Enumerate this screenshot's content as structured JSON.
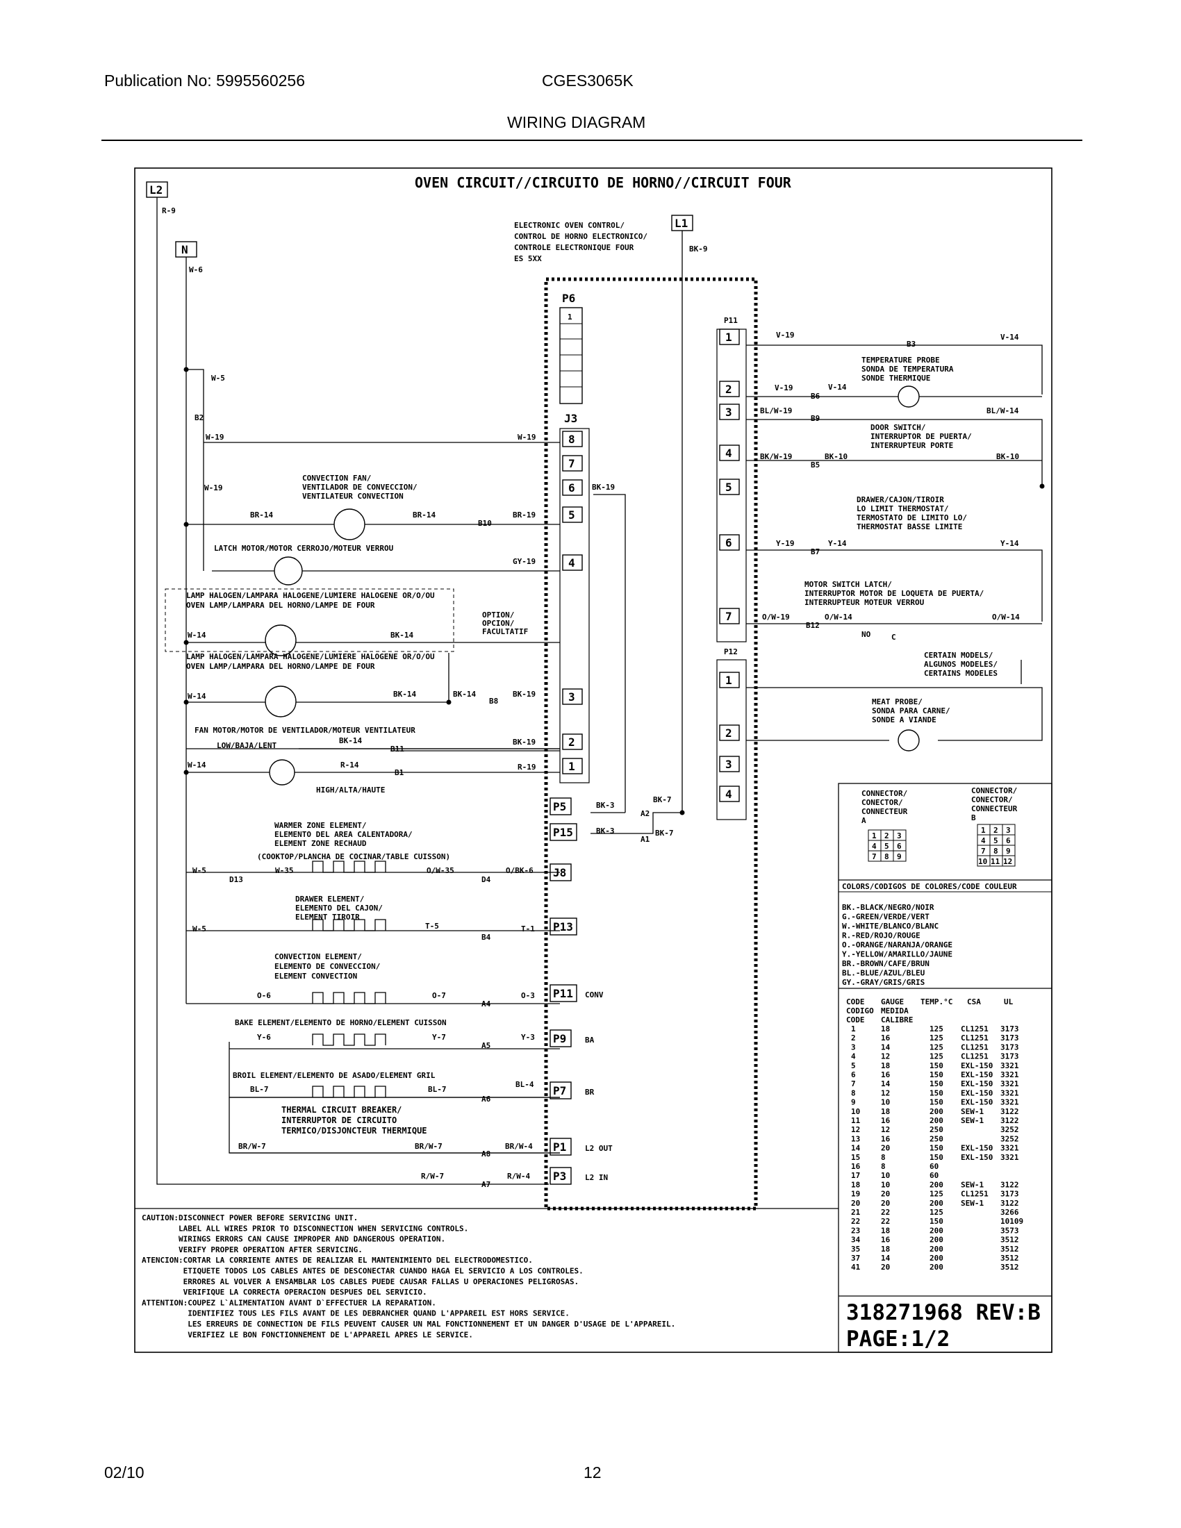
{
  "header": {
    "publication": "Publication No: 5995560256",
    "model": "CGES3065K",
    "doc_title": "WIRING DIAGRAM"
  },
  "footer": {
    "date": "02/10",
    "page_number": "12"
  },
  "diagram": {
    "title": "OVEN CIRCUIT//CIRCUITO DE HORNO//CIRCUIT FOUR",
    "terminals": {
      "l2": "L2",
      "n": "N",
      "l1": "L1"
    },
    "control": [
      "ELECTRONIC OVEN CONTROL/",
      "CONTROL DE HORNO ELECTRONICO/",
      "CONTROLE ELECTRONIQUE FOUR",
      "ES 5XX"
    ],
    "connectors": {
      "p6": "P6",
      "j3": "J3",
      "p11": "P11",
      "p12": "P12"
    },
    "j3_pins": [
      "8",
      "7",
      "6",
      "5",
      "4",
      "3",
      "2",
      "1"
    ],
    "p11_pins": [
      "1",
      "2",
      "3",
      "4",
      "5",
      "6",
      "7"
    ],
    "p12_pins": [
      "1",
      "2",
      "3",
      "4"
    ],
    "p6_first": "1",
    "relays": [
      {
        "label": "P5",
        "note": ""
      },
      {
        "label": "P15",
        "note": ""
      },
      {
        "label": "J8",
        "note": ""
      },
      {
        "label": "P13",
        "note": ""
      },
      {
        "label": "P11",
        "note": "CONV"
      },
      {
        "label": "P9",
        "note": "BA"
      },
      {
        "label": "P7",
        "note": "BR"
      },
      {
        "label": "P1",
        "note": "L2 OUT"
      },
      {
        "label": "P3",
        "note": "L2 IN"
      }
    ],
    "components": {
      "conv_fan": [
        "CONVECTION FAN/",
        "VENTILADOR DE CONVECCION/",
        "VENTILATEUR CONVECTION"
      ],
      "latch_motor": "LATCH MOTOR/MOTOR CERROJO/MOTEUR VERROU",
      "lamp1": [
        "LAMP HALOGEN/LAMPARA HALOGENE/LUMIERE HALOGENE OR/O/OU",
        "OVEN LAMP/LAMPARA DEL HORNO/LAMPE DE FOUR"
      ],
      "option": [
        "OPTION/",
        "OPCION/",
        "FACULTATIF"
      ],
      "lamp2": [
        "LAMP HALOGEN/LAMPARA HALOGENE/LUMIERE HALOGENE OR/O/OU",
        "OVEN LAMP/LAMPARA DEL HORNO/LAMPE DE FOUR"
      ],
      "fan_motor": "FAN MOTOR/MOTOR DE VENTILADOR/MOTEUR VENTILATEUR",
      "low": "LOW/BAJA/LENT",
      "high": "HIGH/ALTA/HAUTE",
      "warmer": [
        "WARMER ZONE ELEMENT/",
        "ELEMENTO  DEL AREA CALENTADORA/",
        "ELEMENT ZONE RECHAUD"
      ],
      "cooktop": "(COOKTOP/PLANCHA DE COCINAR/TABLE CUISSON)",
      "drawer_el": [
        "DRAWER ELEMENT/",
        "ELEMENTO DEL CAJON/",
        "ELEMENT TIROIR"
      ],
      "conv_el": [
        "CONVECTION ELEMENT/",
        "ELEMENTO DE CONVECCION/",
        "ELEMENT CONVECTION"
      ],
      "bake": "BAKE ELEMENT/ELEMENTO DE HORNO/ELEMENT CUISSON",
      "broil": "BROIL ELEMENT/ELEMENTO DE ASADO/ELEMENT GRIL",
      "tcb": [
        "THERMAL CIRCUIT BREAKER/",
        "INTERRUPTOR DE CIRCUITO",
        "TERMICO/DISJONCTEUR THERMIQUE"
      ],
      "temp_probe": [
        "TEMPERATURE PROBE",
        "SONDA DE TEMPERATURA",
        "SONDE THERMIQUE"
      ],
      "door_switch": [
        "DOOR SWITCH/",
        "INTERRUPTOR DE PUERTA/",
        "INTERRUPTEUR PORTE"
      ],
      "drawer_therm": [
        "DRAWER/CAJON/TIROIR",
        "LO LIMIT THERMOSTAT/",
        "TERMOSTATO DE LIMITO LO/",
        "THERMOSTAT BASSE LIMITE"
      ],
      "motor_switch": [
        "MOTOR SWITCH LATCH/",
        "INTERRUPTOR MOTOR DE LOQUETA DE PUERTA/",
        "INTERRUPTEUR MOTEUR VERROU"
      ],
      "no": "NO",
      "c": "C",
      "certain": [
        "CERTAIN MODELS/",
        "ALGUNOS MODELES/",
        "CERTAINS MODELES"
      ],
      "meat_probe": [
        "MEAT PROBE/",
        "SONDA PARA CARNE/",
        "SONDE A VIANDE"
      ]
    },
    "wires": {
      "r9": "R-9",
      "w6": "W-6",
      "w5": "W-5",
      "b2": "B2",
      "w19a": "W-19",
      "w19b": "W-19",
      "w19c": "W-19",
      "br14a": "BR-14",
      "br14b": "BR-14",
      "b10": "B10",
      "br19": "BR-19",
      "bk19": "BK-19",
      "gy19": "GY-19",
      "w14a": "W-14",
      "bk14a": "BK-14",
      "w14b": "W-14",
      "bk14b": "BK-14",
      "bk14c": "BK-14",
      "b8": "B8",
      "bk19b": "BK-19",
      "bk14d": "BK-14",
      "b11": "B11",
      "bk19c": "BK-19",
      "w14c": "W-14",
      "r14": "R-14",
      "b1": "B1",
      "r19": "R-19",
      "bk3a": "BK-3",
      "a2": "A2",
      "bk7a": "BK-7",
      "bk3b": "BK-3",
      "a1": "A1",
      "bk7b": "BK-7",
      "w5b": "W-5",
      "d13": "D13",
      "w35": "W-35",
      "ow35": "O/W-35",
      "d4": "D4",
      "obk6": "O/BK-6",
      "w5c": "W-5",
      "t5": "T-5",
      "b4": "B4",
      "t1": "T-1",
      "o6": "O-6",
      "o7": "O-7",
      "a4": "A4",
      "o3": "O-3",
      "y6": "Y-6",
      "y7": "Y-7",
      "a5": "A5",
      "y3": "Y-3",
      "bl7a": "BL-7",
      "bl7b": "BL-7",
      "a6": "A6",
      "bl4": "BL-4",
      "brw7a": "BR/W-7",
      "brw7b": "BR/W-7",
      "a8": "A8",
      "brw4": "BR/W-4",
      "rw7": "R/W-7",
      "a7": "A7",
      "rw4": "R/W-4",
      "bk9": "BK-9",
      "v19a": "V-19",
      "b3": "B3",
      "v14a": "V-14",
      "v19b": "V-19",
      "b6": "B6",
      "v14b": "V-14",
      "blw19": "BL/W-19",
      "b9": "B9",
      "blw14": "BL/W-14",
      "bkw19": "BK/W-19",
      "bk10a": "BK-10",
      "b5": "B5",
      "bk10b": "BK-10",
      "y19": "Y-19",
      "y14a": "Y-14",
      "b7": "B7",
      "y14b": "Y-14",
      "ow19": "O/W-19",
      "ow14a": "O/W-14",
      "b12": "B12",
      "ow14b": "O/W-14"
    },
    "connector_a": [
      "CONNECTOR/",
      "CONECTOR/",
      "CONNECTEUR",
      "A"
    ],
    "connector_b": [
      "CONNECTOR/",
      "CONECTOR/",
      "CONNECTEUR",
      "B"
    ],
    "grid_a": [
      [
        "1",
        "2",
        "3"
      ],
      [
        "4",
        "5",
        "6"
      ],
      [
        "7",
        "8",
        "9"
      ]
    ],
    "grid_b": [
      [
        "1",
        "2",
        "3"
      ],
      [
        "4",
        "5",
        "6"
      ],
      [
        "7",
        "8",
        "9"
      ],
      [
        "10",
        "11",
        "12"
      ]
    ],
    "colors_title": "COLORS/CODIGOS DE COLORES/CODE COULEUR",
    "colors": [
      "BK.-BLACK/NEGRO/NOIR",
      "G.-GREEN/VERDE/VERT",
      "W.-WHITE/BLANCO/BLANC",
      "R.-RED/ROJO/ROUGE",
      "O.-ORANGE/NARANJA/ORANGE",
      "Y.-YELLOW/AMARILLO/JAUNE",
      "BR.-BROWN/CAFE/BRUN",
      "BL.-BLUE/AZUL/BLEU",
      "GY.-GRAY/GRIS/GRIS"
    ],
    "gauge_header": [
      "CODE",
      "GAUGE",
      "TEMP.°C",
      "CSA",
      "UL"
    ],
    "gauge_header2": [
      "CODIGO",
      "MEDIDA"
    ],
    "gauge_header3": [
      "CODE",
      "CALIBRE"
    ],
    "gauge_rows": [
      [
        "1",
        "18",
        "125",
        "CL1251",
        "3173"
      ],
      [
        "2",
        "16",
        "125",
        "CL1251",
        "3173"
      ],
      [
        "3",
        "14",
        "125",
        "CL1251",
        "3173"
      ],
      [
        "4",
        "12",
        "125",
        "CL1251",
        "3173"
      ],
      [
        "5",
        "18",
        "150",
        "EXL-150",
        "3321"
      ],
      [
        "6",
        "16",
        "150",
        "EXL-150",
        "3321"
      ],
      [
        "7",
        "14",
        "150",
        "EXL-150",
        "3321"
      ],
      [
        "8",
        "12",
        "150",
        "EXL-150",
        "3321"
      ],
      [
        "9",
        "10",
        "150",
        "EXL-150",
        "3321"
      ],
      [
        "10",
        "18",
        "200",
        "SEW-1",
        "3122"
      ],
      [
        "11",
        "16",
        "200",
        "SEW-1",
        "3122"
      ],
      [
        "12",
        "12",
        "250",
        "",
        "3252"
      ],
      [
        "13",
        "16",
        "250",
        "",
        "3252"
      ],
      [
        "14",
        "20",
        "150",
        "EXL-150",
        "3321"
      ],
      [
        "15",
        "8",
        "150",
        "EXL-150",
        "3321"
      ],
      [
        "16",
        "8",
        "60",
        "",
        ""
      ],
      [
        "17",
        "10",
        "60",
        "",
        ""
      ],
      [
        "18",
        "10",
        "200",
        "SEW-1",
        "3122"
      ],
      [
        "19",
        "20",
        "125",
        "CL1251",
        "3173"
      ],
      [
        "20",
        "20",
        "200",
        "SEW-1",
        "3122"
      ],
      [
        "21",
        "22",
        "125",
        "",
        "3266"
      ],
      [
        "22",
        "22",
        "150",
        "",
        "10109"
      ],
      [
        "23",
        "18",
        "200",
        "",
        "3573"
      ],
      [
        "34",
        "16",
        "200",
        "",
        "3512"
      ],
      [
        "35",
        "18",
        "200",
        "",
        "3512"
      ],
      [
        "37",
        "14",
        "200",
        "",
        "3512"
      ],
      [
        "41",
        "20",
        "200",
        "",
        "3512"
      ]
    ],
    "part_number": "318271968 REV:B",
    "page_of": "PAGE:1/2",
    "caution": [
      "CAUTION:DISCONNECT POWER BEFORE SERVICING UNIT.",
      "        LABEL ALL WIRES PRIOR TO DISCONNECTION WHEN SERVICING CONTROLS.",
      "        WIRINGS ERRORS CAN CAUSE IMPROPER AND DANGEROUS OPERATION.",
      "        VERIFY PROPER OPERATION AFTER SERVICING.",
      "ATENCION:CORTAR LA CORRIENTE ANTES DE REALIZAR EL MANTENIMIENTO DEL ELECTRODOMESTICO.",
      "         ETIQUETE TODOS LOS CABLES ANTES DE DESCONECTAR CUANDO HAGA EL SERVICIO A LOS CONTROLES.",
      "         ERRORES AL VOLVER A ENSAMBLAR LOS CABLES PUEDE CAUSAR FALLAS U OPERACIONES PELIGROSAS.",
      "         VERIFIQUE LA CORRECTA OPERACION DESPUES DEL SERVICIO.",
      "ATTENTION:COUPEZ L`ALIMENTATION AVANT D`EFFECTUER LA REPARATION.",
      "          IDENTIFIEZ TOUS LES FILS AVANT DE LES DEBRANCHER QUAND L'APPAREIL EST HORS SERVICE.",
      "          LES ERREURS DE CONNECTION DE FILS PEUVENT CAUSER UN MAL FONCTIONNEMENT ET UN DANGER D'USAGE DE L'APPAREIL.",
      "          VERIFIEZ LE BON FONCTIONNEMENT DE L'APPAREIL APRES LE SERVICE."
    ]
  }
}
